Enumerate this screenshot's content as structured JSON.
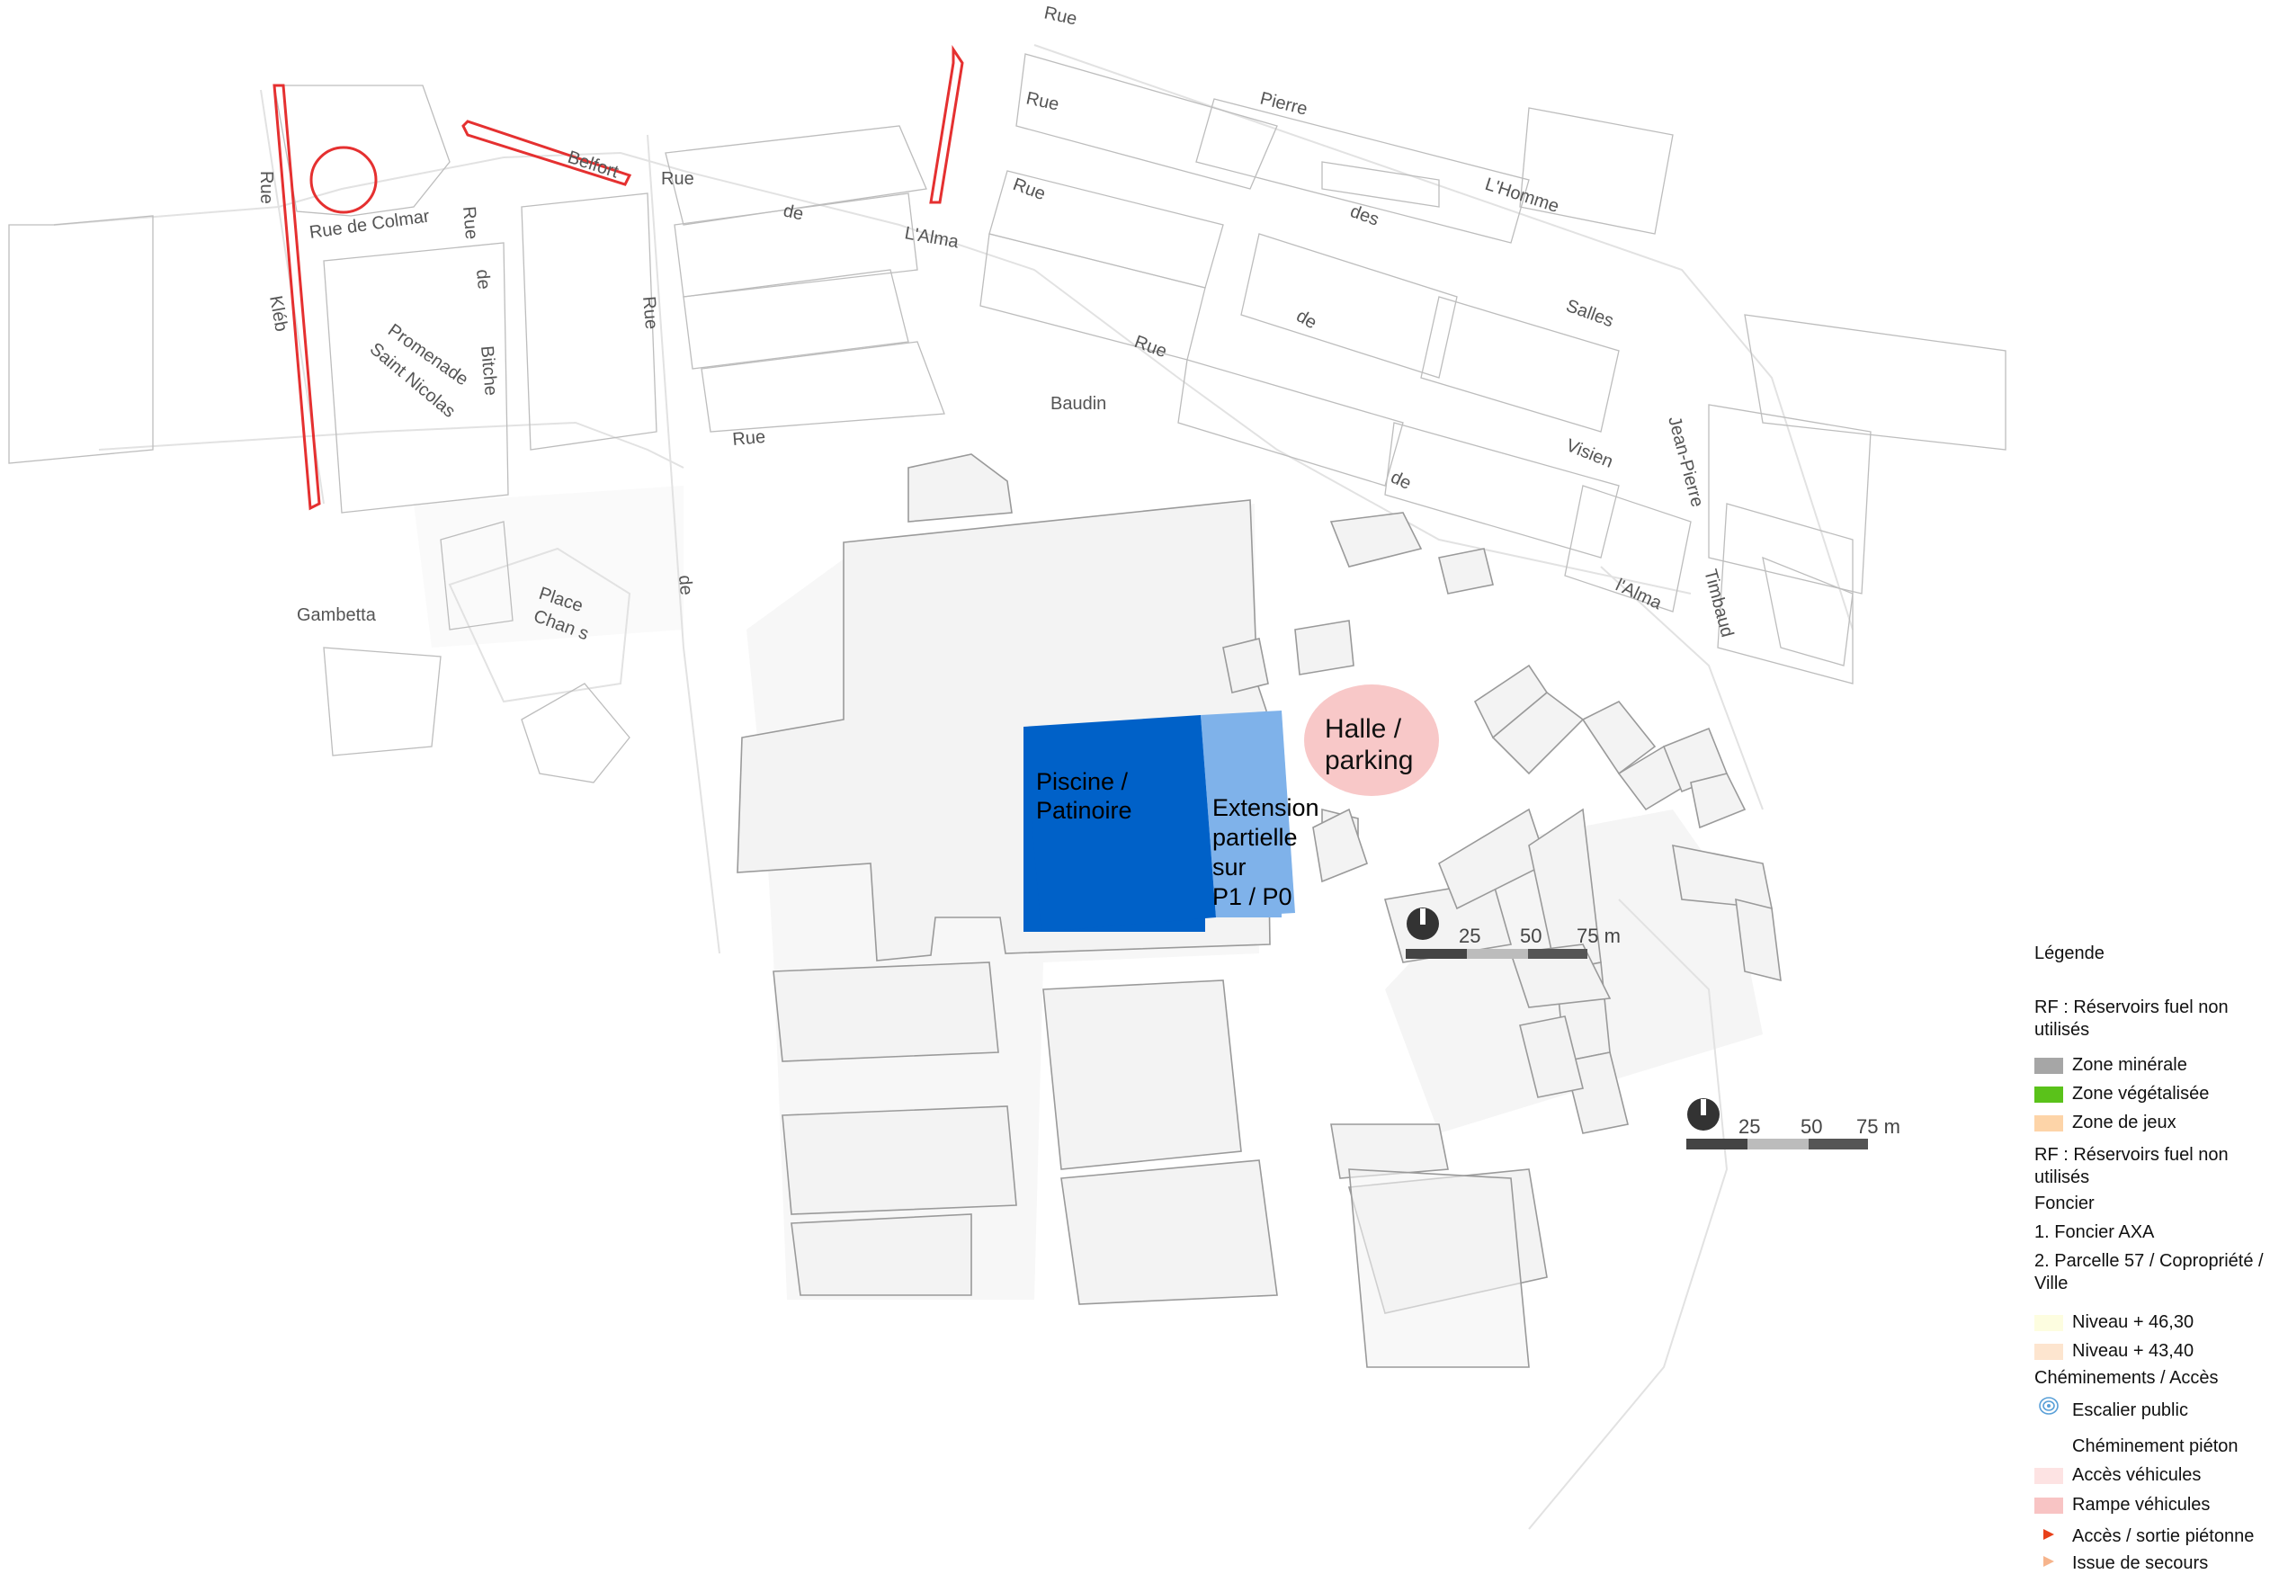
{
  "streets": {
    "rue1": "Rue",
    "kleb": "Kléb",
    "rue_de_colmar": "Rue de Colmar",
    "rue2": "Rue",
    "de1": "de",
    "bitche": "Bitche",
    "belfort": "Belfort",
    "rue3": "Rue",
    "rue4": "Rue",
    "de2": "de",
    "lalma1": "L'Alma",
    "rue5": "Rue",
    "rue6": "Rue",
    "pierre": "Pierre",
    "lhomme": "L'Homme",
    "des": "des",
    "salles": "Salles",
    "rue7": "Rue",
    "de3": "de",
    "rue8": "Rue",
    "baudin": "Baudin",
    "rue9": "Rue",
    "visien": "Visien",
    "jean_pierre": "Jean-Pierre",
    "timbaud": "Timbaud",
    "de4": "de",
    "lalma2": "l'Alma",
    "promenade": "Promenade",
    "saint_nicolas": "Saint  Nicolas",
    "gambetta": "Gambetta",
    "place": "Place",
    "chanes": "Chan  s",
    "de5": "de"
  },
  "zones": {
    "piscine_line1": "Piscine /",
    "piscine_line2": "Patinoire",
    "extension_line1": "Extension",
    "extension_line2": "partielle",
    "extension_line3": "sur",
    "extension_line4": "P1 / P0",
    "halle_line1": "Halle /",
    "halle_line2": "parking"
  },
  "scale_bars": [
    {
      "tick1": "25",
      "tick2": "50",
      "tick3": "75 m"
    },
    {
      "tick1": "25",
      "tick2": "50",
      "tick3": "75 m"
    }
  ],
  "legend": {
    "title": "Légende",
    "rf_note_1": "RF : Réservoirs fuel non utilisés",
    "zone_minerale": "Zone minérale",
    "zone_vegetalisee": "Zone végétalisée",
    "zone_de_jeux": "Zone de jeux",
    "rf_note_2": "RF : Réservoirs fuel non utilisés",
    "foncier": "Foncier",
    "foncier_axa": "1. Foncier AXA",
    "parcelle_57": "2. Parcelle 57 / Copropriété / Ville",
    "niveau_4630": "Niveau + 46,30",
    "niveau_4340": "Niveau + 43,40",
    "cheminements": "Chéminements / Accès",
    "escalier_public": "Escalier public",
    "cheminement_pieton": "Chéminement piéton",
    "acces_vehicules": "Accès véhicules",
    "rampe_vehicules": "Rampe véhicules",
    "acces_sortie_pietonne": "Accès / sortie piétonne",
    "issue_de_secours": "Issue de secours"
  },
  "colors": {
    "piscine": "#0061c8",
    "extension": "#7fb2ea",
    "halle": "#f8c8c8",
    "perimeter": "#e53030",
    "zone_minerale": "#a6a6a6",
    "zone_vegetalisee": "#5ac21a",
    "zone_de_jeux": "#fdd4a8",
    "niveau_4630": "#fdfde0",
    "niveau_4340": "#fde5cf",
    "cheminement_pieton": "#ffffff",
    "acces_vehicules": "#fde3e3",
    "rampe_vehicules": "#f8c4c4",
    "acces_sortie_pietonne": "#e8401a",
    "issue_de_secours": "#f6b48c",
    "escalier_public": "#5aa0d8"
  },
  "icons": {
    "north_arrow": "north-arrow-icon",
    "escalier": "spiral-stair-icon",
    "acces": "triangle-marker-icon"
  }
}
